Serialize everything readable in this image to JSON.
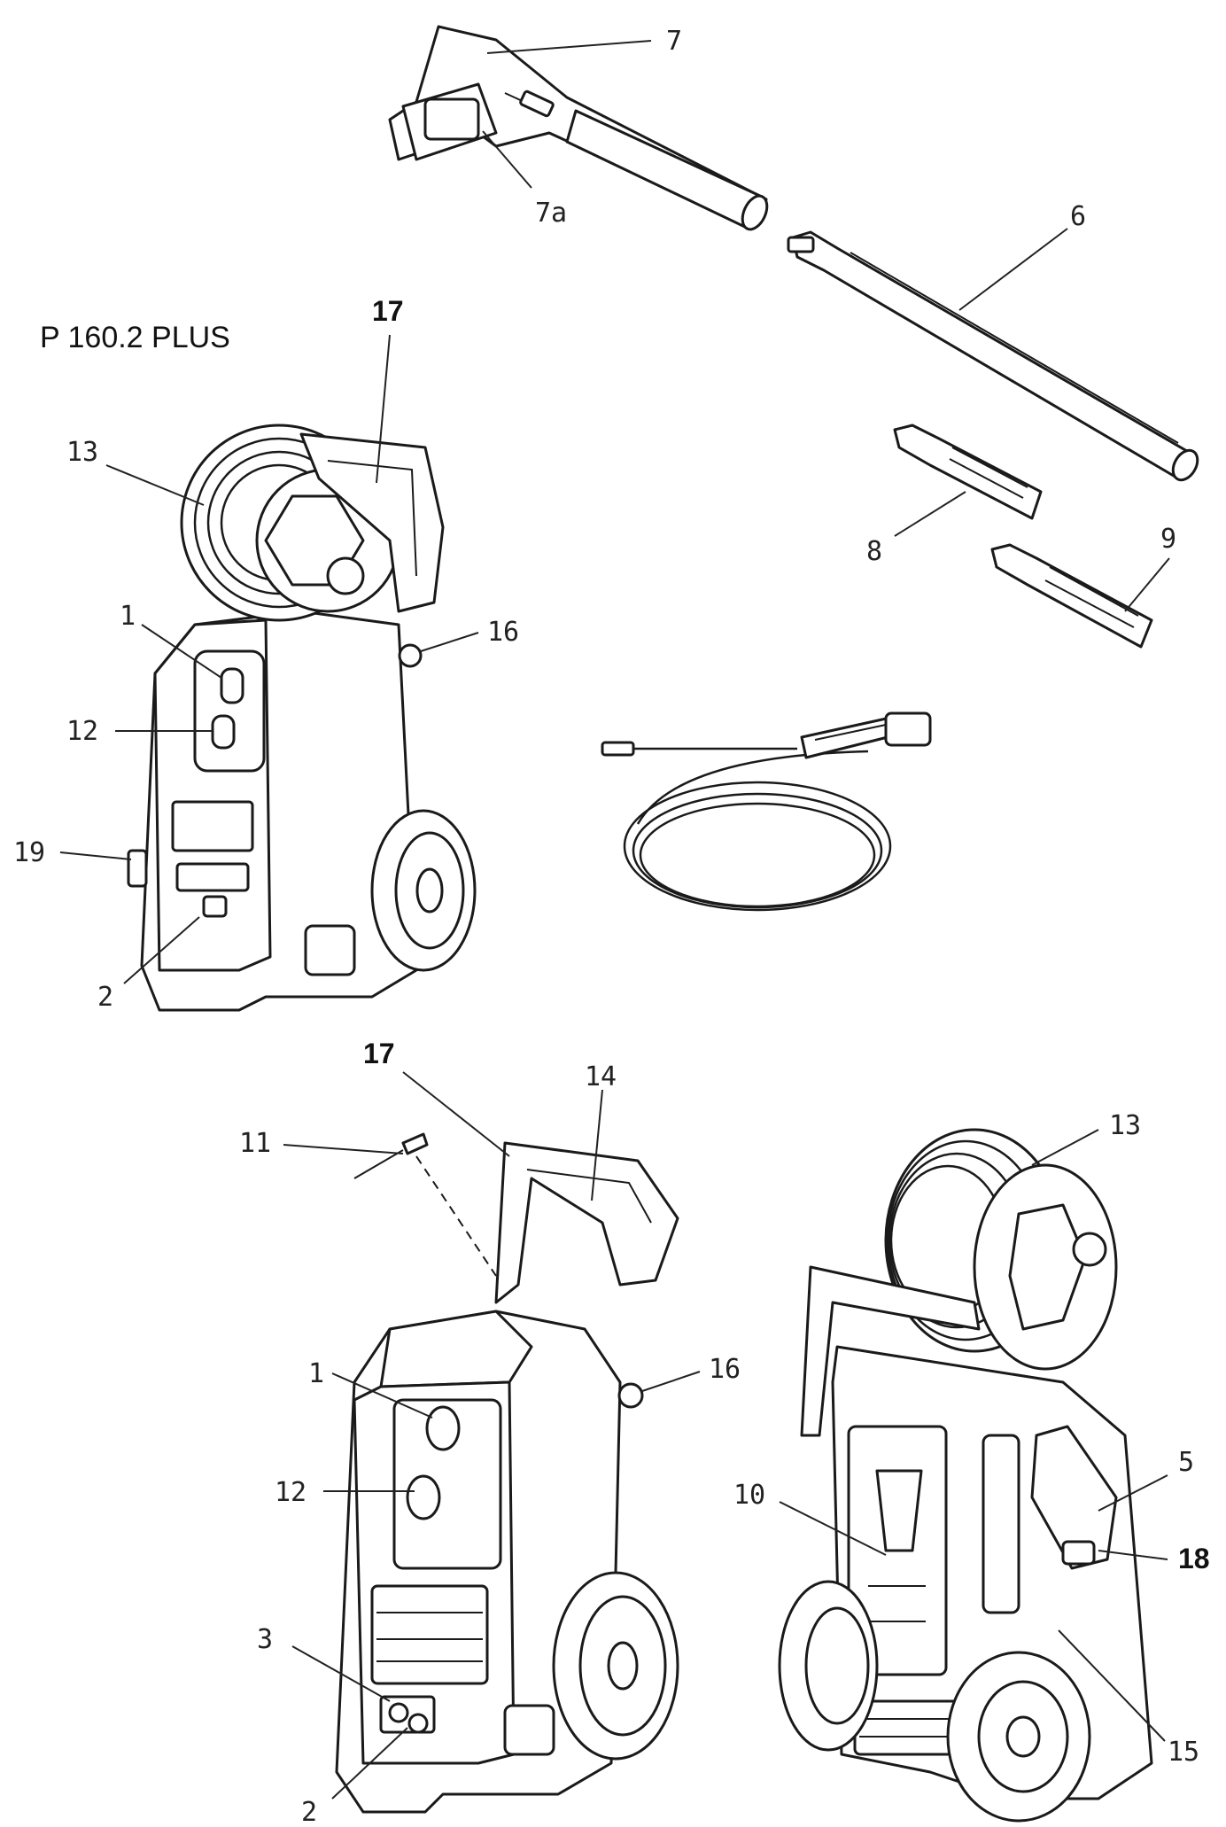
{
  "model_title": "P 160.2 PLUS",
  "callouts": {
    "c7": "7",
    "c7a": "7a",
    "c6": "6",
    "c8": "8",
    "c9": "9",
    "c17a": "17",
    "c13a": "13",
    "c1a": "1",
    "c12a": "12",
    "c16a": "16",
    "c19": "19",
    "c2a": "2",
    "c17b": "17",
    "c14": "14",
    "c11": "11",
    "c1b": "1",
    "c12b": "12",
    "c16b": "16",
    "c3": "3",
    "c2b": "2",
    "c13b": "13",
    "c10": "10",
    "c5": "5",
    "c18": "18",
    "c15": "15"
  }
}
